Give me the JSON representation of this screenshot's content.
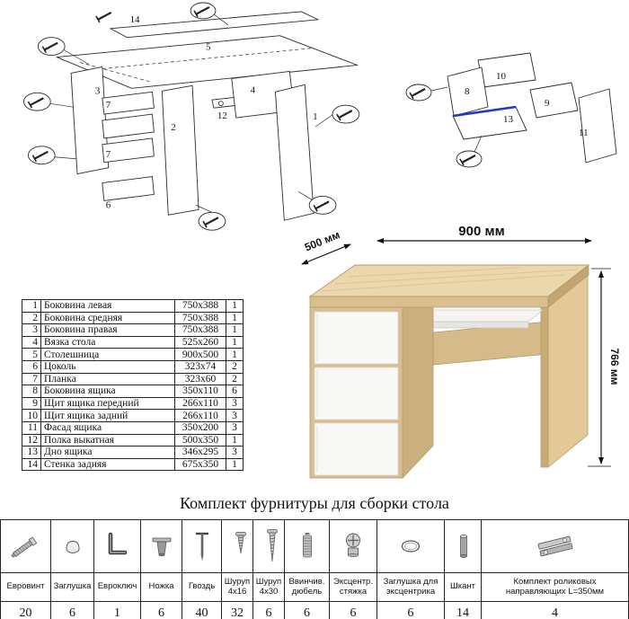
{
  "heading": "Комплект фурнитуры для сборки стола",
  "desk": {
    "width": "900 мм",
    "depth": "500 мм",
    "height": "766 мм"
  },
  "diagrams": {
    "left": {
      "labels": [
        "14",
        "5",
        "3",
        "7",
        "7",
        "6",
        "2",
        "12",
        "4",
        "1"
      ]
    },
    "right": {
      "labels": [
        "10",
        "8",
        "9",
        "13",
        "11"
      ]
    }
  },
  "parts_table": {
    "rows": [
      {
        "num": "1",
        "name": "Боковина левая",
        "size": "750x388",
        "qty": "1"
      },
      {
        "num": "2",
        "name": "Боковина средняя",
        "size": "750x388",
        "qty": "1"
      },
      {
        "num": "3",
        "name": "Боковина правая",
        "size": "750x388",
        "qty": "1"
      },
      {
        "num": "4",
        "name": "Вязка стола",
        "size": "525x260",
        "qty": "1"
      },
      {
        "num": "5",
        "name": "Столешница",
        "size": "900x500",
        "qty": "1"
      },
      {
        "num": "6",
        "name": "Цоколь",
        "size": "323x74",
        "qty": "2"
      },
      {
        "num": "7",
        "name": "Планка",
        "size": "323x60",
        "qty": "2"
      },
      {
        "num": "8",
        "name": "Боковина ящика",
        "size": "350x110",
        "qty": "6"
      },
      {
        "num": "9",
        "name": "Щит ящика передний",
        "size": "266x110",
        "qty": "3"
      },
      {
        "num": "10",
        "name": "Щит ящика задний",
        "size": "266x110",
        "qty": "3"
      },
      {
        "num": "11",
        "name": "Фасад ящика",
        "size": "350x200",
        "qty": "3"
      },
      {
        "num": "12",
        "name": "Полка выкатная",
        "size": "500x350",
        "qty": "1"
      },
      {
        "num": "13",
        "name": "Дно ящика",
        "size": "346x295",
        "qty": "3"
      },
      {
        "num": "14",
        "name": "Стенка задняя",
        "size": "675x350",
        "qty": "1"
      }
    ]
  },
  "hardware_table": {
    "items": [
      {
        "name": "Евровинт",
        "qty": "20",
        "icon": "euroscrew-icon"
      },
      {
        "name": "Заглушка",
        "qty": "6",
        "icon": "cap-icon"
      },
      {
        "name": "Евроключ",
        "qty": "1",
        "icon": "hex-key-icon"
      },
      {
        "name": "Ножка",
        "qty": "6",
        "icon": "leg-icon"
      },
      {
        "name": "Гвоздь",
        "qty": "40",
        "icon": "nail-icon"
      },
      {
        "name": "Шуруп 4x16",
        "qty": "32",
        "icon": "screw-short-icon"
      },
      {
        "name": "Шуруп 4x30",
        "qty": "6",
        "icon": "screw-long-icon"
      },
      {
        "name": "Ввинчив. дюбель",
        "qty": "6",
        "icon": "threaded-dowel-icon"
      },
      {
        "name": "Эксцентр. стяжка",
        "qty": "6",
        "icon": "cam-lock-icon"
      },
      {
        "name": "Заглушка для эксцентрика",
        "qty": "6",
        "icon": "cam-cover-icon"
      },
      {
        "name": "Шкант",
        "qty": "14",
        "icon": "wood-dowel-icon"
      },
      {
        "name": "Комплект роликовых направляющих L=350мм",
        "qty": "4",
        "icon": "roller-slides-icon"
      }
    ]
  }
}
